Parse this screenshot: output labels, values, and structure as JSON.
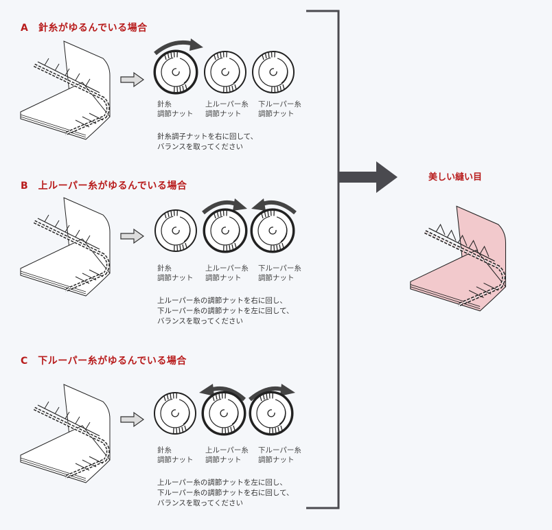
{
  "sections": [
    {
      "id": "A",
      "title": "A　針糸がゆるんでいる場合",
      "knobs": [
        {
          "label": "針糸\n調節ナット",
          "highlighted": true,
          "rotation": "right"
        },
        {
          "label": "上ルーパー糸\n調節ナット",
          "highlighted": false,
          "rotation": "none"
        },
        {
          "label": "下ルーパー糸\n調節ナット",
          "highlighted": false,
          "rotation": "none"
        }
      ],
      "instruction": "針糸調子ナットを右に回して、\nバランスを取ってください"
    },
    {
      "id": "B",
      "title": "B　上ルーパー糸がゆるんでいる場合",
      "knobs": [
        {
          "label": "針糸\n調節ナット",
          "highlighted": false,
          "rotation": "none"
        },
        {
          "label": "上ルーパー糸\n調節ナット",
          "highlighted": true,
          "rotation": "right"
        },
        {
          "label": "下ルーパー糸\n調節ナット",
          "highlighted": true,
          "rotation": "left"
        }
      ],
      "instruction": "上ルーパー糸の調節ナットを右に回し、\n下ルーパー糸の調節ナットを左に回して、\nバランスを取ってください"
    },
    {
      "id": "C",
      "title": "C　下ルーパー糸がゆるんでいる場合",
      "knobs": [
        {
          "label": "針糸\n調節ナット",
          "highlighted": false,
          "rotation": "none"
        },
        {
          "label": "上ルーパー糸\n調節ナット",
          "highlighted": true,
          "rotation": "left"
        },
        {
          "label": "下ルーパー糸\n調節ナット",
          "highlighted": true,
          "rotation": "right"
        }
      ],
      "instruction": "上ルーパー糸の調節ナットを左に回し、\n下ルーパー糸の調節ナットを右に回して、\nバランスを取ってください"
    }
  ],
  "result": {
    "title": "美しい縫い目",
    "fabric_color": "#f2c9cc"
  },
  "colors": {
    "accent": "#b81c1c",
    "bracket": "#4a4a4f",
    "background": "#f5f7fa"
  },
  "icons": {
    "small_arrow": "right-arrow-icon",
    "big_arrow": "right-arrow-icon",
    "knob": "tension-dial-icon"
  }
}
